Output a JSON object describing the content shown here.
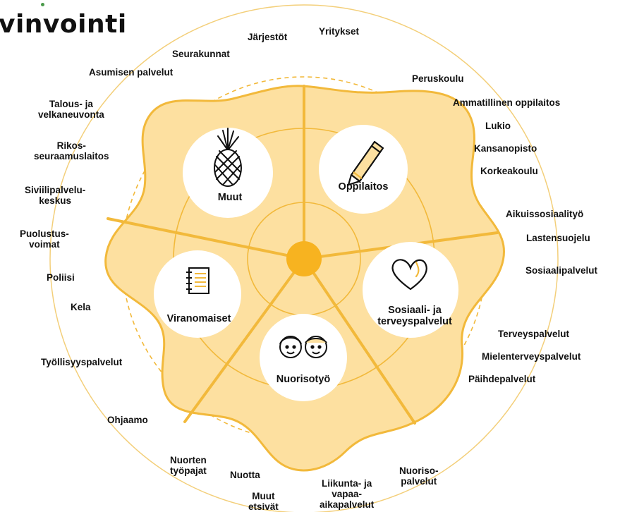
{
  "title": "vinvointi",
  "colors": {
    "fill": "#fde0a0",
    "stroke": "#f2b93b",
    "hub": "#f7b320",
    "circle": "#ffffff",
    "text": "#111111"
  },
  "sectors": {
    "muut": {
      "label": "Muut",
      "icon": "pineapple-icon"
    },
    "oppilaitos": {
      "label": "Oppilaitos",
      "icon": "pencil-icon"
    },
    "sosiaali": {
      "label": "Sosiaali- ja\nterveyspalvelut",
      "icon": "heart-icon"
    },
    "nuorisotyo": {
      "label": "Nuorisotyö",
      "icon": "faces-icon"
    },
    "viranomaiset": {
      "label": "Viranomaiset",
      "icon": "notebook-icon"
    }
  },
  "labels": {
    "jarjestot": "Järjestöt",
    "yritykset": "Yritykset",
    "seurakunnat": "Seurakunnat",
    "asumisen": "Asumisen palvelut",
    "talous": "Talous- ja\nvelkaneuvonta",
    "rikos": "Rikos-\nseuraamuslaitos",
    "siviili": "Siviilipalvelu-\nkeskus",
    "puolustus": "Puolustus-\nvoimat",
    "poliisi": "Poliisi",
    "kela": "Kela",
    "tyollisyys": "Työllisyyspalvelut",
    "ohjaamo": "Ohjaamo",
    "tyopajat": "Nuorten\ntyöpajat",
    "nuotta": "Nuotta",
    "etsivat": "Muut\netsivät",
    "liikunta": "Liikunta- ja\nvapaa-\naikapalvelut",
    "nuorisopalvelut": "Nuoriso-\npalvelut",
    "peruskoulu": "Peruskoulu",
    "ammatillinen": "Ammatillinen oppilaitos",
    "lukio": "Lukio",
    "kansanopisto": "Kansanopisto",
    "korkeakoulu": "Korkeakoulu",
    "aikuis": "Aikuissosiaalityö",
    "lastensuojelu": "Lastensuojelu",
    "sosiaalipalvelut": "Sosiaalipalvelut",
    "terveys": "Terveyspalvelut",
    "mielenterveys": "Mielenterveyspalvelut",
    "paihde": "Päihdepalvelut"
  }
}
